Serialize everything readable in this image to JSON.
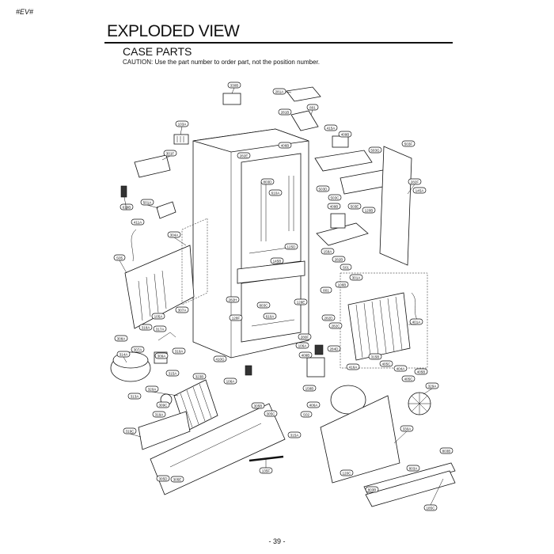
{
  "header": {
    "doc_tag": "#EV#",
    "title": "EXPLODED VIEW",
    "subtitle": "CASE PARTS",
    "caution": "CAUTION: Use the part number to order part, not the position number."
  },
  "footer": {
    "page_number": "- 39 -"
  },
  "diagram": {
    "callouts": {
      "c_330B": "330B",
      "c_281A": "281A",
      "c_801a": "801",
      "c_281B": "281B",
      "c_103A": "103A",
      "c_282E": "282E",
      "c_406B": "406B",
      "c_409B": "409B",
      "c_415A": "415A",
      "c_503G": "503G",
      "c_503F": "503F",
      "c_301F": "301F",
      "c_803D": "803D",
      "c_610A": "610A",
      "c_503D": "503D",
      "c_503C": "503C",
      "c_503E": "503E",
      "c_120B": "120B",
      "c_282F": "282F",
      "c_145A": "145A",
      "c_619B": "619B",
      "c_501A": "501A",
      "c_411A": "411A",
      "c_304A": "304A",
      "c_125D": "125D",
      "c_145B": "145B",
      "c_158A": "158A",
      "c_282B": "282B",
      "c_S01a": "S01",
      "c_S05": "S05",
      "c_801b": "801",
      "c_106B": "106B",
      "c_301A": "301A",
      "c_282H": "282H",
      "c_803C": "803C",
      "c_610A2": "610A",
      "c_128E": "128E",
      "c_128F": "128F",
      "c_401A": "401A",
      "c_282D": "282D",
      "c_282C": "282C",
      "c_280F": "280F",
      "c_106A": "106A",
      "c_284D": "284D",
      "c_409B2": "409B",
      "c_105A": "105A",
      "c_307A": "307A",
      "c_318A": "318A",
      "c_317A": "317A",
      "c_308A": "308A",
      "c_314A": "314A",
      "c_307A2": "307A",
      "c_309A": "309A",
      "c_310A": "310A",
      "c_410G": "410G",
      "c_315A": "315A",
      "c_323B": "323B",
      "c_320A": "320A",
      "c_309C": "309C",
      "c_313A": "313A",
      "c_106A2": "106A",
      "c_416A": "416A",
      "c_315B": "315B",
      "c_405C": "405C",
      "c_404A": "404A",
      "c_405B": "405B",
      "c_405C2": "405C",
      "c_329A": "329A",
      "c_158B": "158B",
      "c_406A": "406A",
      "c_S02": "S02",
      "c_305B": "305B",
      "c_305C": "305C",
      "c_319A": "319A",
      "c_319C": "319C",
      "c_315A2": "315A",
      "c_305D": "305D",
      "c_305E": "305E",
      "c_135F": "135F",
      "c_330A": "330A",
      "c_120C": "120C",
      "c_803B": "803B",
      "c_803A": "803A",
      "c_803B2": "803B",
      "c_185C": "185C"
    }
  }
}
